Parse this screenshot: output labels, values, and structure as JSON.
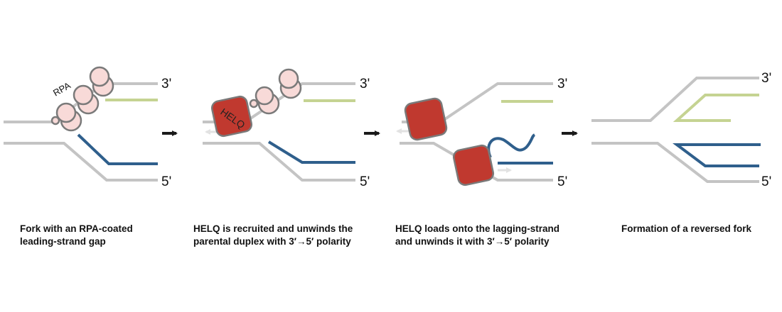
{
  "colors": {
    "parental_strand": "#c4c4c4",
    "leading_strand": "#c5d392",
    "lagging_strand": "#2f5f8c",
    "rpa_fill": "#f8dad8",
    "rpa_outline": "#7a7a7a",
    "helq_fill": "#c0392f",
    "helq_outline": "#7a7a7a",
    "arrow": "#1a1a1a"
  },
  "panels": [
    {
      "label_3prime": "3'",
      "label_5prime": "5'",
      "rpa_label": "RPA",
      "caption": [
        "Fork with an RPA-coated",
        "leading-strand gap"
      ]
    },
    {
      "label_3prime": "3'",
      "label_5prime": "5'",
      "helq_label": "HELQ",
      "caption": [
        "HELQ is recruited and unwinds the",
        "parental duplex with 3′→5′ polarity"
      ]
    },
    {
      "label_3prime": "3'",
      "label_5prime": "5'",
      "caption": [
        "HELQ loads onto the lagging-strand",
        "and unwinds it with 3′→5′ polarity"
      ]
    },
    {
      "label_3prime": "3'",
      "label_5prime": "5'",
      "caption": [
        "Formation of a reversed fork"
      ]
    }
  ]
}
